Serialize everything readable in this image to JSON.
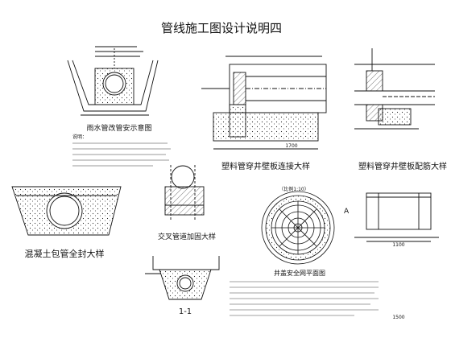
{
  "title": "管线施工图设计说明四",
  "captions": {
    "rainwater_pipe_sketch": "雨水管改管安示意图",
    "plastic_pipe_wall_connection": "塑料管穿井壁板连接大样",
    "plastic_pipe_wall_rebar": "塑料管穿井壁板配筋大样",
    "concrete_encasement": "混凝土包管全封大样",
    "crossing_reinforcement": "交叉管道加固大样",
    "cover_plan_protection": "井盖安全网平面图",
    "section_1_1": "1-1"
  },
  "labels": {
    "notes_heading": "说明：",
    "plan_tag_a": "A",
    "scale_tag": "（比例1:10）",
    "dim_1700": "1700",
    "dim_1100": "1100",
    "dim_1500": "1500"
  },
  "colors": {
    "ink": "#111111",
    "paper": "#ffffff"
  }
}
